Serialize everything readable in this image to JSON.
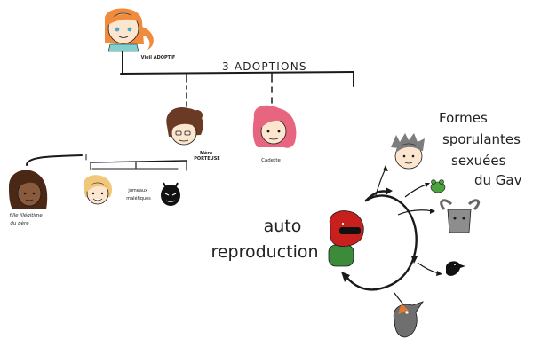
{
  "diagram": {
    "adoptions_label": "3 ADOPTIONS",
    "auto_label_line1": "auto",
    "auto_label_line2": "reproduction",
    "formes_title": [
      "Formes",
      "sporulantes",
      "sexuées",
      "du Gav"
    ],
    "people": {
      "top": "Vieil ADOPTIF",
      "mere": [
        "Mère",
        "PORTEUSE"
      ],
      "cadette": "Cadette",
      "fille": [
        "fille illégitime",
        "du père"
      ],
      "jumeaux": [
        "jumeaux",
        "maléfiques"
      ]
    }
  },
  "colors": {
    "ink": "#1a1a1a",
    "hair_orange": "#f08a3c",
    "hair_pink": "#e8657f",
    "hair_brown": "#6b3a24",
    "hair_blond": "#f1c77a",
    "skin_light": "#fde6cf",
    "skin_dark": "#8a5a3c",
    "red_head": "#c7201d",
    "green_body": "#3b8b3a",
    "grey_creature": "#8d8d8d"
  },
  "icons": [
    "top-adopter-icon",
    "mother-icon",
    "cadette-icon",
    "daughter-icon",
    "twin-blond-icon",
    "twin-black-icon",
    "gav-icon",
    "grey-face-icon",
    "frog-icon",
    "horned-creature-icon",
    "crow-icon",
    "bird-creature-icon"
  ]
}
